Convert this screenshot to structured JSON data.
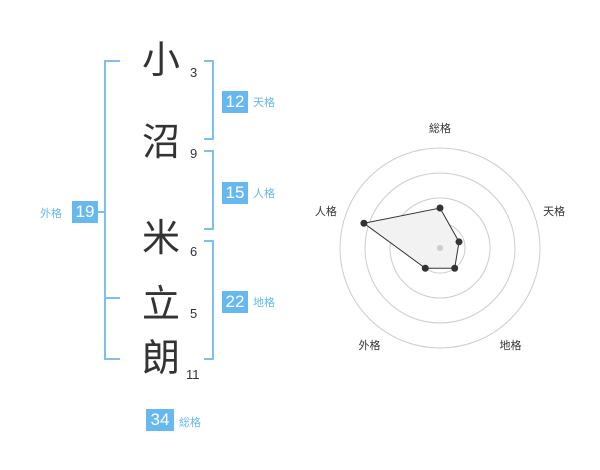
{
  "name_chars": [
    {
      "char": "小",
      "strokes": "3"
    },
    {
      "char": "沼",
      "strokes": "9"
    },
    {
      "char": "米",
      "strokes": "6"
    },
    {
      "char": "立",
      "strokes": "5"
    },
    {
      "char": "朗",
      "strokes": "11"
    }
  ],
  "kaku": {
    "tenkaku": {
      "value": "12",
      "label": "天格"
    },
    "jinkaku": {
      "value": "15",
      "label": "人格"
    },
    "chikaku": {
      "value": "22",
      "label": "地格"
    },
    "gaikaku": {
      "value": "19",
      "label": "外格"
    },
    "soukaku": {
      "value": "34",
      "label": "総格"
    }
  },
  "chart_data": {
    "type": "radar",
    "axes": [
      "総格",
      "天格",
      "地格",
      "外格",
      "人格"
    ],
    "values": [
      0.4,
      0.2,
      0.25,
      0.25,
      0.8
    ],
    "rings": 4
  },
  "colors": {
    "accent": "#66b8ee",
    "bracket": "#7cc0f0",
    "text": "#333333",
    "ring": "#cccccc"
  }
}
